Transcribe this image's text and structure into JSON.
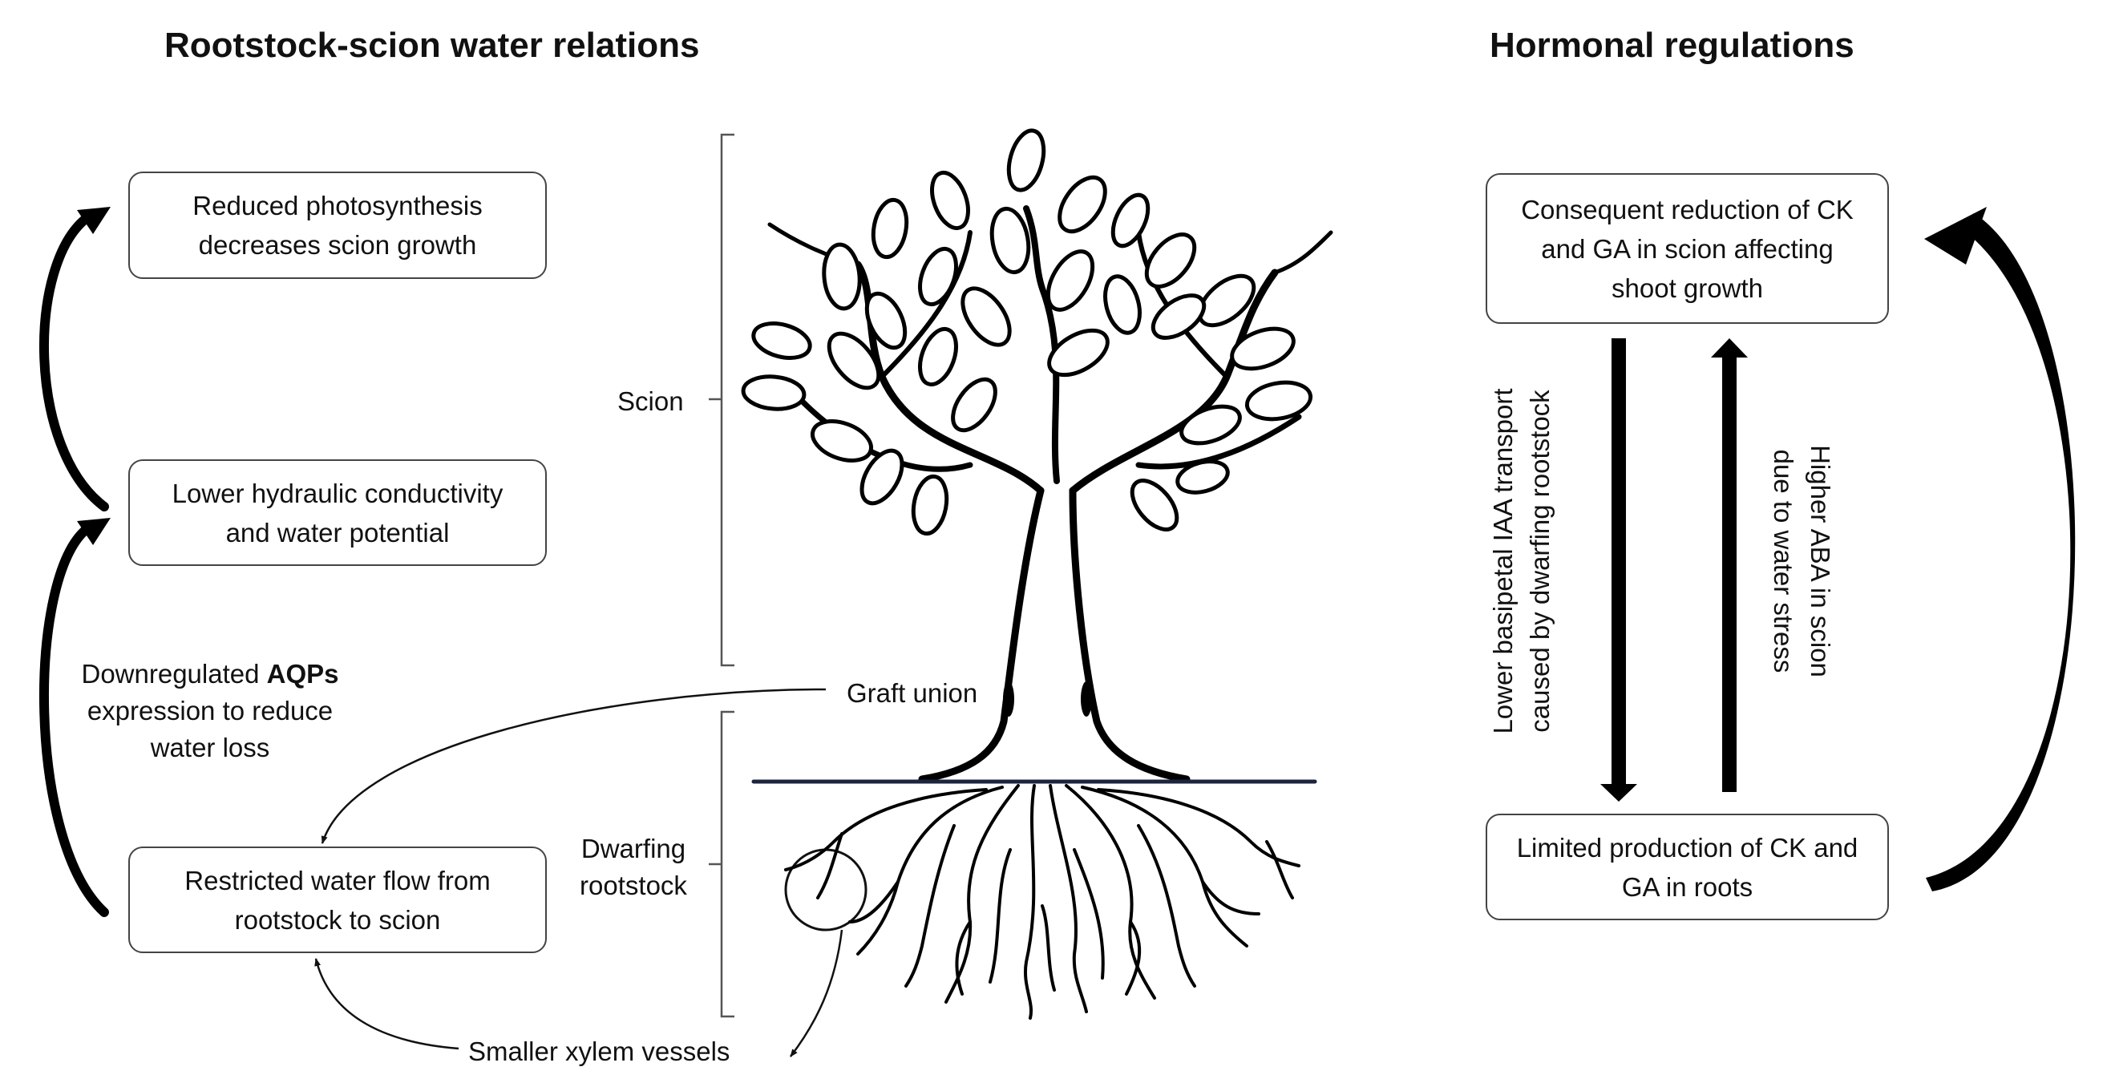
{
  "headings": {
    "left": "Rootstock-scion water relations",
    "right": "Hormonal regulations"
  },
  "left_boxes": {
    "photosynthesis": "Reduced photosynthesis\ndecreases scion growth",
    "hydraulic": "Lower hydraulic conductivity\nand water potential",
    "water_flow": "Restricted water flow from\nrootstock to scion"
  },
  "aqp_note": {
    "prefix": "Downregulated ",
    "bold": "AQPs",
    "line2": "expression to reduce",
    "line3": "water loss"
  },
  "tree_labels": {
    "scion": "Scion",
    "graft_union": "Graft union",
    "dwarfing_line1": "Dwarfing",
    "dwarfing_line2": "rootstock",
    "xylem": "Smaller xylem vessels"
  },
  "right_boxes": {
    "ck_ga_scion": "Consequent reduction of CK\nand GA in scion affecting\nshoot growth",
    "ck_ga_roots": "Limited production of CK and\nGA in roots"
  },
  "vertical_notes": {
    "iaa_line1": "Lower basipetal IAA transport",
    "iaa_line2": "caused by dwarfing rootstock",
    "aba_line1": "Higher ABA in scion",
    "aba_line2": "due to water stress"
  }
}
